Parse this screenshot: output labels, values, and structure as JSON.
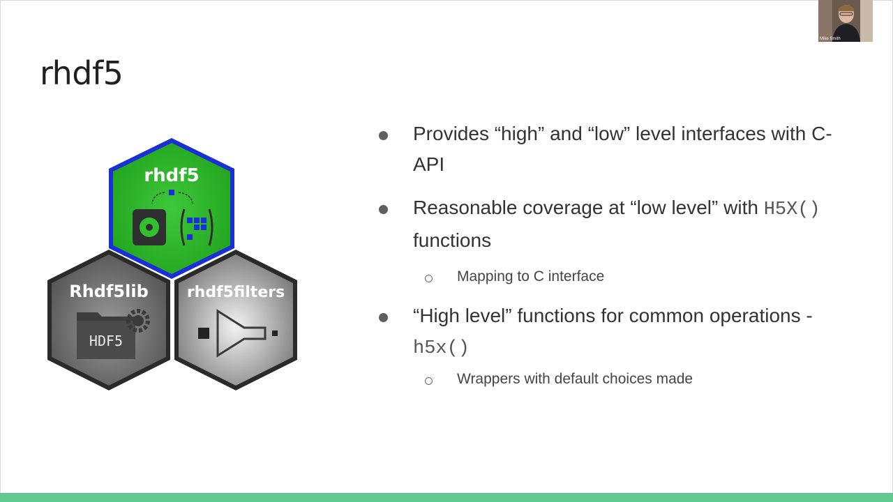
{
  "slide": {
    "title": "rhdf5",
    "bullets": [
      {
        "text": "Provides “high” and “low” level interfaces with C-API"
      },
      {
        "text_before": "Reasonable coverage at “low level” with ",
        "code": "H5X()",
        "text_after": " functions"
      },
      {
        "text": "Mapping to C interface"
      },
      {
        "text_before": "“High level” functions for common operations - ",
        "code": "h5x()"
      },
      {
        "text": "Wrappers with default choices made"
      }
    ]
  },
  "logos": {
    "top": {
      "label": "rhdf5",
      "color": "#2db52a",
      "border": "#1a2fd6"
    },
    "left": {
      "label": "Rhdf5lib",
      "badge": "HDF5",
      "color": "#6f6f6f"
    },
    "right": {
      "label": "rhdf5filters",
      "color": "#8a8a8a"
    }
  },
  "video": {
    "name": "Mike Smith"
  },
  "colors": {
    "footer": "#5fc98f",
    "text": "#333333"
  }
}
